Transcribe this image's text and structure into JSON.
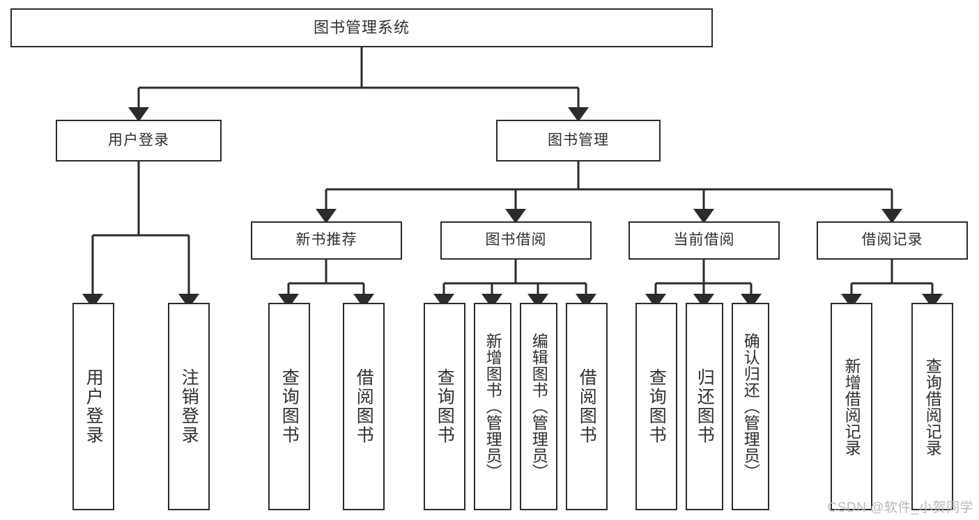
{
  "diagram": {
    "title": "图书管理系统",
    "watermark": "CSDN @软件_小贺同学",
    "stroke_color": "#2b2b2b",
    "text_color": "#2e2e2e",
    "background_color": "#ffffff"
  },
  "root": {
    "label": "图书管理系统"
  },
  "level2": [
    {
      "label": "用户登录"
    },
    {
      "label": "图书管理"
    }
  ],
  "level3": [
    {
      "label": "新书推荐"
    },
    {
      "label": "图书借阅"
    },
    {
      "label": "当前借阅"
    },
    {
      "label": "借阅记录"
    }
  ],
  "leaves": {
    "user_login": [
      {
        "label": "用户登录"
      },
      {
        "label": "注销登录"
      }
    ],
    "new_book": [
      {
        "label": "查询图书"
      },
      {
        "label": "借阅图书"
      }
    ],
    "borrow_book": [
      {
        "label": "查询图书"
      },
      {
        "label": "新增图书（管理员）"
      },
      {
        "label": "编辑图书（管理员）"
      },
      {
        "label": "借阅图书"
      }
    ],
    "current_borrow": [
      {
        "label": "查询图书"
      },
      {
        "label": "归还图书"
      },
      {
        "label": "确认归还（管理员）"
      }
    ],
    "borrow_record": [
      {
        "label": "新增借阅记录"
      },
      {
        "label": "查询借阅记录"
      }
    ]
  }
}
